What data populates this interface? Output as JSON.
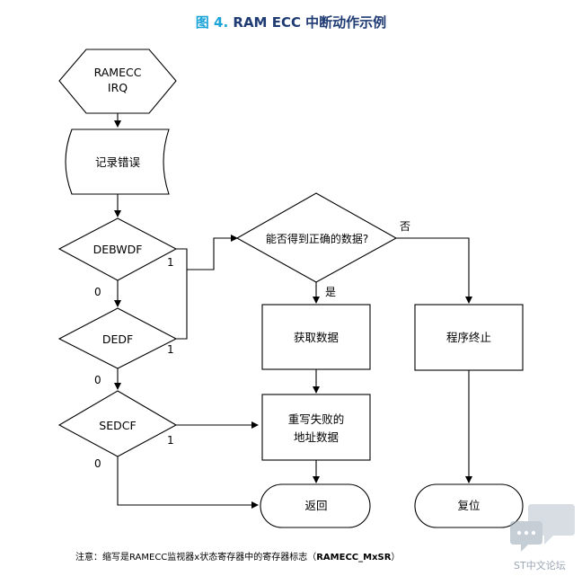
{
  "title": {
    "fig": "图 4.",
    "text": "RAM ECC 中断动作示例"
  },
  "nodes": {
    "start": [
      "RAMECC",
      "IRQ"
    ],
    "log": "记录错误",
    "debwdf": "DEBWDF",
    "dedf": "DEDF",
    "sedcf": "SEDCF",
    "can_correct": "能否得到正确的数据?",
    "get_data": "获取数据",
    "rewrite": [
      "重写失败的",
      "地址数据"
    ],
    "return": "返回",
    "terminate": "程序终止",
    "reset": "复位"
  },
  "edge_labels": {
    "debwdf_1": "1",
    "debwdf_0": "0",
    "dedf_1": "1",
    "dedf_0": "0",
    "sedcf_1": "1",
    "sedcf_0": "0",
    "yes": "是",
    "no": "否"
  },
  "note": {
    "prefix": "注意：缩写是RAMECC监视器x状态寄存器中的寄存器标志（",
    "code": "RAMECC_MxSR",
    "suffix": "）"
  },
  "watermark": "ST中文论坛"
}
